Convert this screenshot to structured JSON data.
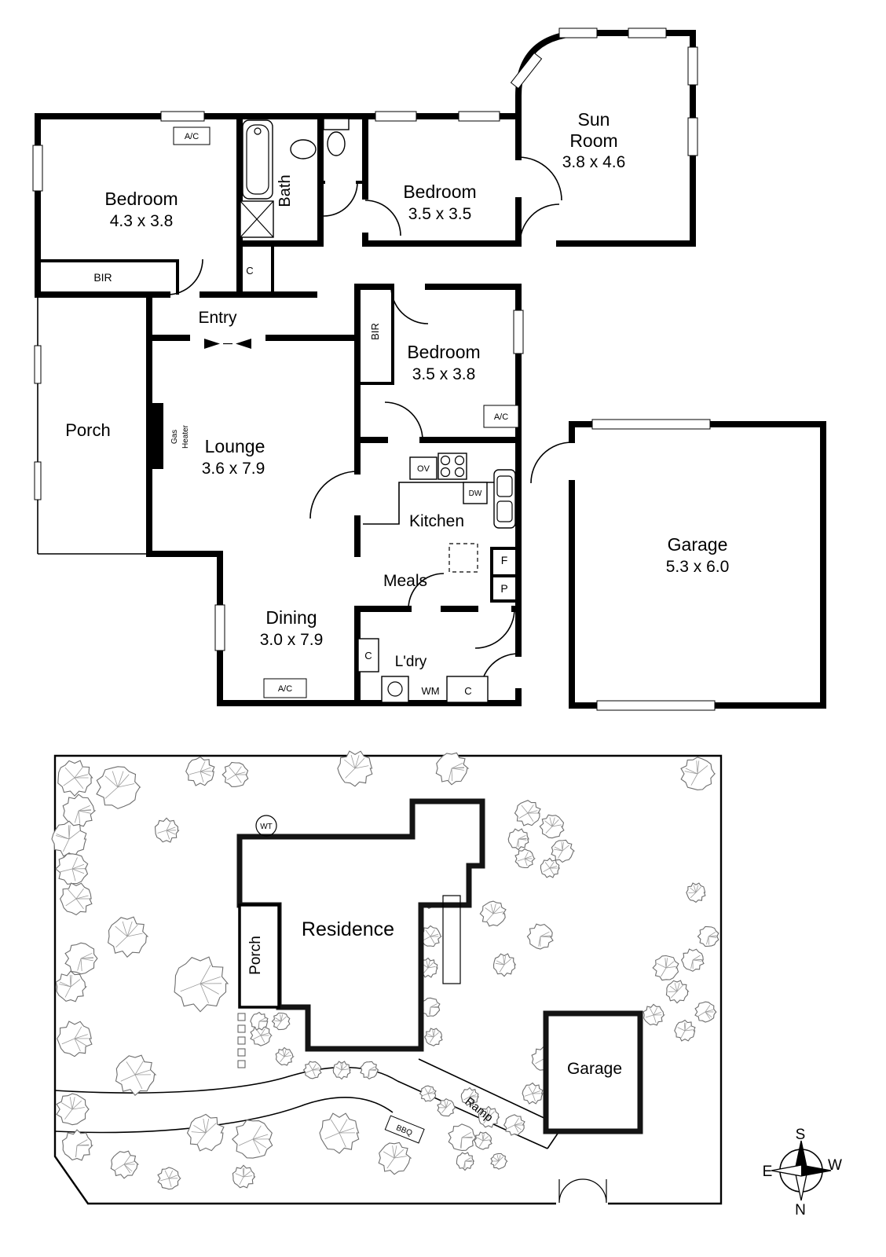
{
  "floor_plan": {
    "bedroom1": {
      "name": "Bedroom",
      "size": "4.3 x 3.8"
    },
    "bedroom2": {
      "name": "Bedroom",
      "size": "3.5 x 3.5"
    },
    "bedroom3": {
      "name": "Bedroom",
      "size": "3.5 x 3.8"
    },
    "sunroom": {
      "line1": "Sun",
      "line2": "Room",
      "size": "3.8 x 4.6"
    },
    "bath": "Bath",
    "entry": "Entry",
    "porch": "Porch",
    "lounge": {
      "name": "Lounge",
      "size": "3.6 x 7.9"
    },
    "kitchen": "Kitchen",
    "meals": "Meals",
    "dining": {
      "name": "Dining",
      "size": "3.0 x 7.9"
    },
    "laundry": "L'dry",
    "garage": {
      "name": "Garage",
      "size": "5.3 x 6.0"
    },
    "bir": "BIR",
    "closet": "C",
    "ac_unit": "A/C",
    "gas_heater": {
      "line1": "Gas",
      "line2": "Heater"
    },
    "oven": "OV",
    "dishwasher": "DW",
    "fridge": "F",
    "pantry": "P",
    "washing_machine": "WM"
  },
  "site_plan": {
    "residence": "Residence",
    "porch": "Porch",
    "garage": "Garage",
    "ramp": "Ramp",
    "bbq": "BBQ",
    "water_tank": "WT",
    "compass": {
      "top": "S",
      "bottom": "N",
      "left": "E",
      "right": "W"
    }
  }
}
